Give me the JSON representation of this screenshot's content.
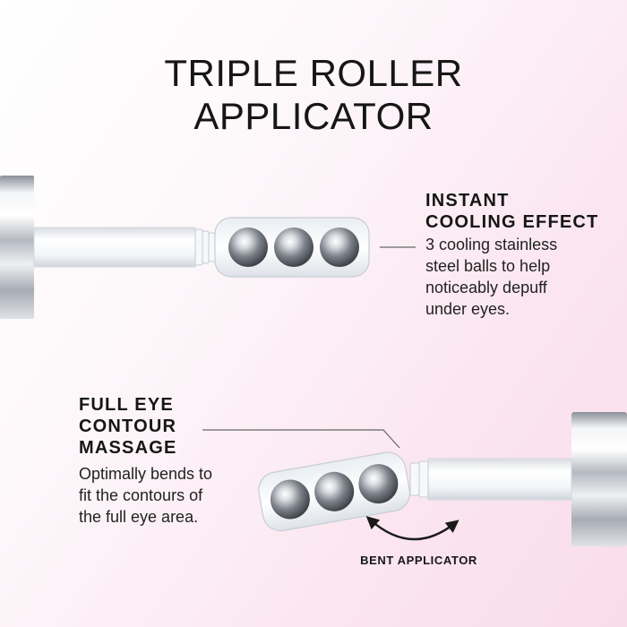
{
  "title": {
    "line1": "TRIPLE ROLLER",
    "line2": "APPLICATOR"
  },
  "cooling": {
    "heading_line1": "INSTANT",
    "heading_line2": "COOLING EFFECT",
    "body_line1": "3 cooling stainless",
    "body_line2": "steel balls to help",
    "body_line3": "noticeably depuff",
    "body_line4": "under eyes."
  },
  "contour": {
    "heading_line1": "FULL EYE",
    "heading_line2": "CONTOUR",
    "heading_line3": "MASSAGE",
    "body_line1": "Optimally bends to",
    "body_line2": "fit the contours of",
    "body_line3": "the full eye area."
  },
  "bent_label": "BENT APPLICATOR",
  "colors": {
    "background_light": "#ffffff",
    "background_pink": "#f9dcea",
    "text": "#161616",
    "chrome": "#c9ccd3",
    "callout_line": "#555555"
  },
  "icons": {
    "arrow": "curved-double-arrow-icon"
  }
}
